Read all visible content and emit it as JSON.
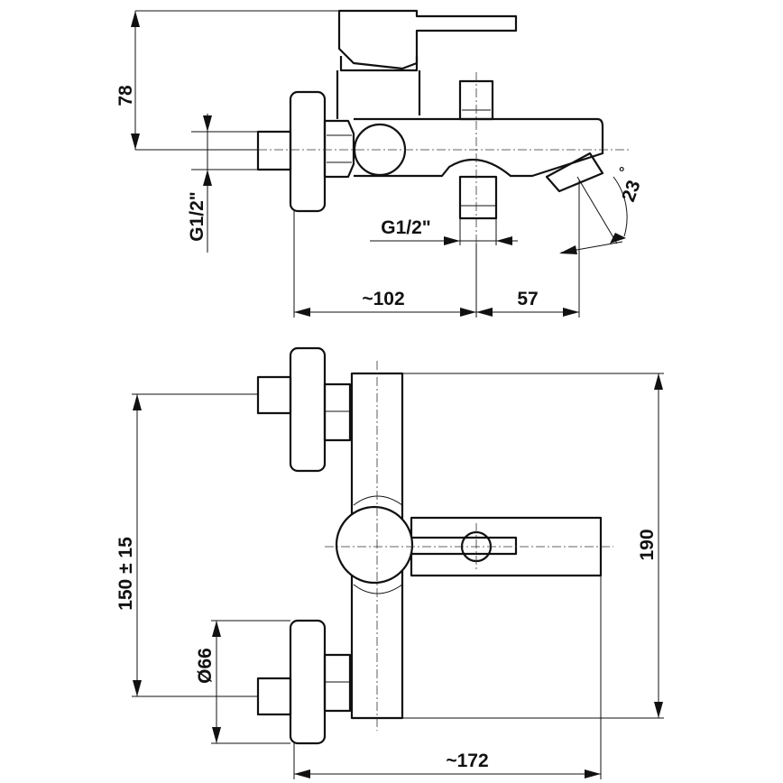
{
  "dimensions": {
    "height_78": "78",
    "inlet_thread_side": "G1/2\"",
    "outlet_thread": "G1/2\"",
    "angle": "23",
    "angle_unit": "°",
    "depth_102": "~102",
    "spout_57": "57",
    "centers": "150 ± 15",
    "total_height": "190",
    "flange_diameter": "Ø66",
    "total_width": "~172"
  }
}
